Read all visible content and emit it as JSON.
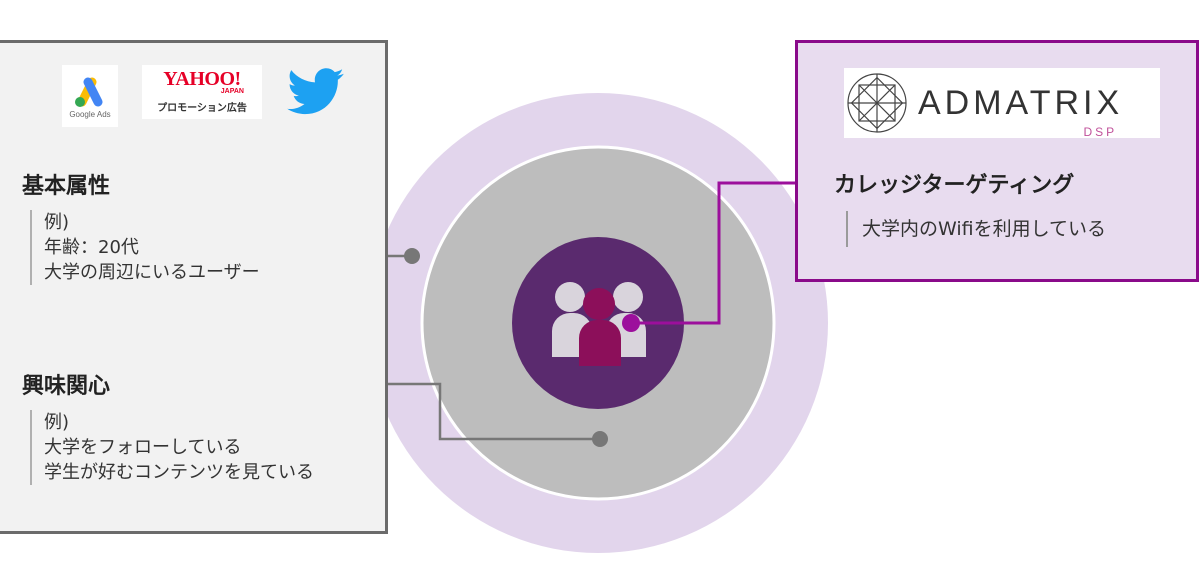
{
  "left": {
    "logos": {
      "google_caption": "Google Ads",
      "yahoo_word": "YAHOO!",
      "yahoo_japan": "JAPAN",
      "yahoo_sub": "プロモーション広告"
    },
    "attributes": {
      "title": "基本属性",
      "example_label": "例)",
      "lines": [
        "年齢：20代",
        "大学の周辺にいるユーザー"
      ]
    },
    "interests": {
      "title": "興味関心",
      "example_label": "例)",
      "lines": [
        "大学をフォローしている",
        "学生が好むコンテンツを見ている"
      ]
    }
  },
  "right": {
    "logo_word": "ADMATRIX",
    "logo_sub": "DSP",
    "title": "カレッジターゲティング",
    "example": "大学内のWifiを利用している"
  },
  "colors": {
    "outer_ring": "#e2d5ec",
    "middle_ring": "#bdbdbd",
    "core": "#5a2a6e",
    "accent": "#9c0f9c",
    "connector_gray": "#777777"
  }
}
